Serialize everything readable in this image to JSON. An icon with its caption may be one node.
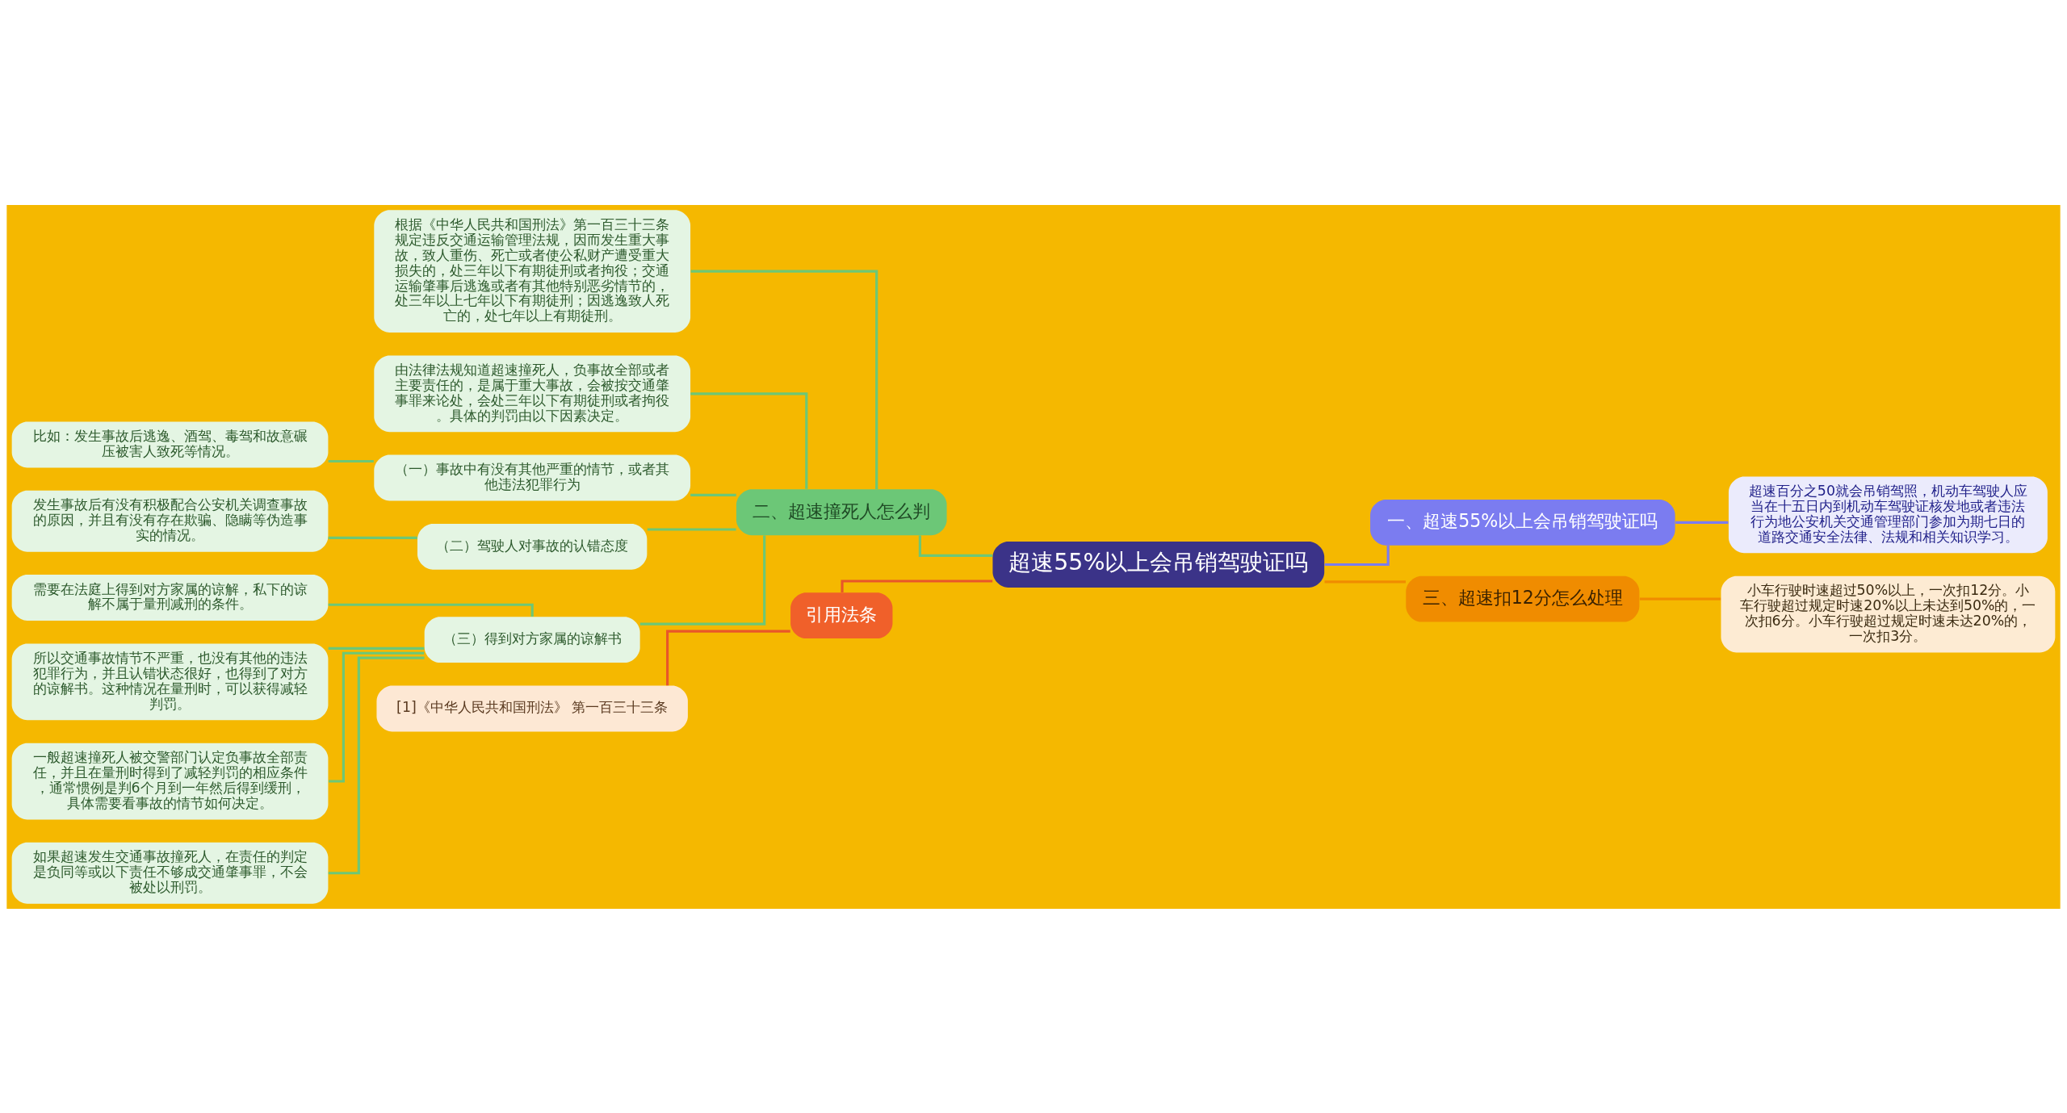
{
  "diagram": {
    "nodes": [
      {
        "text": [
          "超速55%以上会吊销驾驶证吗"
        ]
      },
      {
        "text": [
          "二、超速撞死人怎么判"
        ]
      },
      {
        "text": [
          "根据《中华人民共和国刑法》第一百三十三条规定违反交通运输管理法规，因而发生重大事故，致人重伤、死亡或者使公私财产遭受重大损失的，处三年以下有期徒刑或者拘役；交通运输肇事后逃逸或者有其他特别恶劣情节的，处三年以上七年以下有期徒刑；因逃逸致人死亡的，处七年以上有期徒刑。"
        ]
      },
      {
        "text": [
          "由法律法规知道超速撞死人，负事故全部或者主要责任的，是属于重大事故，会被按交通肇事罪来论处，会处三年以下有期徒刑或者拘役。具体的判罚由以下因素决定。"
        ]
      },
      {
        "text": [
          "（一）事故中有没有其他严重的情节，或者其他违法犯罪行为"
        ]
      },
      {
        "text": [
          "比如：发生事故后逃逸、酒驾、毒驾和故意碾压被害人致死等情况。"
        ]
      },
      {
        "text": [
          "（二）驾驶人对事故的认错态度"
        ]
      },
      {
        "text": [
          "发生事故后有没有积极配合公安机关调查事故的原因，并且有没有存在欺骗、隐瞒等伪造事实的情况。"
        ]
      },
      {
        "text": [
          "（三）得到对方家属的谅解书"
        ]
      },
      {
        "text": [
          "需要在法庭上得到对方家属的谅解，私下的谅解不属于量刑减刑的条件。"
        ]
      },
      {
        "text": [
          "所以交通事故情节不严重，也没有其他的违法犯罪行为，并且认错状态很好，也得到了对方的谅解书。这种情况在量刑时，可以获得减轻判罚。"
        ]
      },
      {
        "text": [
          "一般超速撞死人被交警部门认定负事故全部责任，并且在量刑时得到了减轻判罚的相应条件，通常惯例是判6个月到一年然后得到缓刑，具体需要看事故的情节如何决定。"
        ]
      },
      {
        "text": [
          "如果超速发生交通事故撞死人，在责任的判定是负同等或以下责任不够成交通肇事罪，不会被处以刑罚。"
        ]
      },
      {
        "text": [
          "引用法条"
        ]
      },
      {
        "text": [
          "[1]《中华人民共和国刑法》 第一百三十三条"
        ]
      },
      {
        "text": [
          "一、超速55%以上会吊销驾驶证吗"
        ]
      },
      {
        "text": [
          "超速百分之50就会吊销驾照，机动车驾驶人应当在十五日内到机动车驾驶证核发地或者违法行为地公安机关交通管理部门参加为期七日的道路交通安全法律、法规和相关知识学习。"
        ]
      },
      {
        "text": [
          "三、超速扣12分怎么处理"
        ]
      },
      {
        "text": [
          "小车行驶时速超过50%以上，一次扣12分。小车行驶超过规定时速20%以上未达到50%的，一次扣6分。小车行驶超过规定时速未达20%的，一次扣3分。"
        ]
      }
    ],
    "edges": [
      {
        "from": 1,
        "to": 0,
        "arrow": "none"
      },
      {
        "from": 2,
        "to": 1,
        "arrow": "none"
      },
      {
        "from": 3,
        "to": 1,
        "arrow": "none"
      },
      {
        "from": 4,
        "to": 1,
        "arrow": "none"
      },
      {
        "from": 5,
        "to": 4,
        "arrow": "none"
      },
      {
        "from": 6,
        "to": 1,
        "arrow": "none"
      },
      {
        "from": 7,
        "to": 6,
        "arrow": "none"
      },
      {
        "from": 8,
        "to": 1,
        "arrow": "none"
      },
      {
        "from": 9,
        "to": 8,
        "arrow": "none"
      },
      {
        "from": 10,
        "to": 8,
        "arrow": "none"
      },
      {
        "from": 11,
        "to": 8,
        "arrow": "none"
      },
      {
        "from": 12,
        "to": 8,
        "arrow": "none"
      },
      {
        "from": 13,
        "to": 0,
        "arrow": "none",
        "color": "#e8562a"
      },
      {
        "from": 14,
        "to": 13,
        "arrow": "none",
        "color": "#e8562a"
      },
      {
        "from": 0,
        "to": 15,
        "arrow": "none",
        "color": "#7b7cf0"
      },
      {
        "from": 15,
        "to": 16,
        "arrow": "none",
        "color": "#7b7cf0"
      },
      {
        "from": 0,
        "to": 17,
        "arrow": "none",
        "color": "#f08c00"
      },
      {
        "from": 17,
        "to": 18,
        "arrow": "none",
        "color": "#f08c00"
      }
    ]
  }
}
